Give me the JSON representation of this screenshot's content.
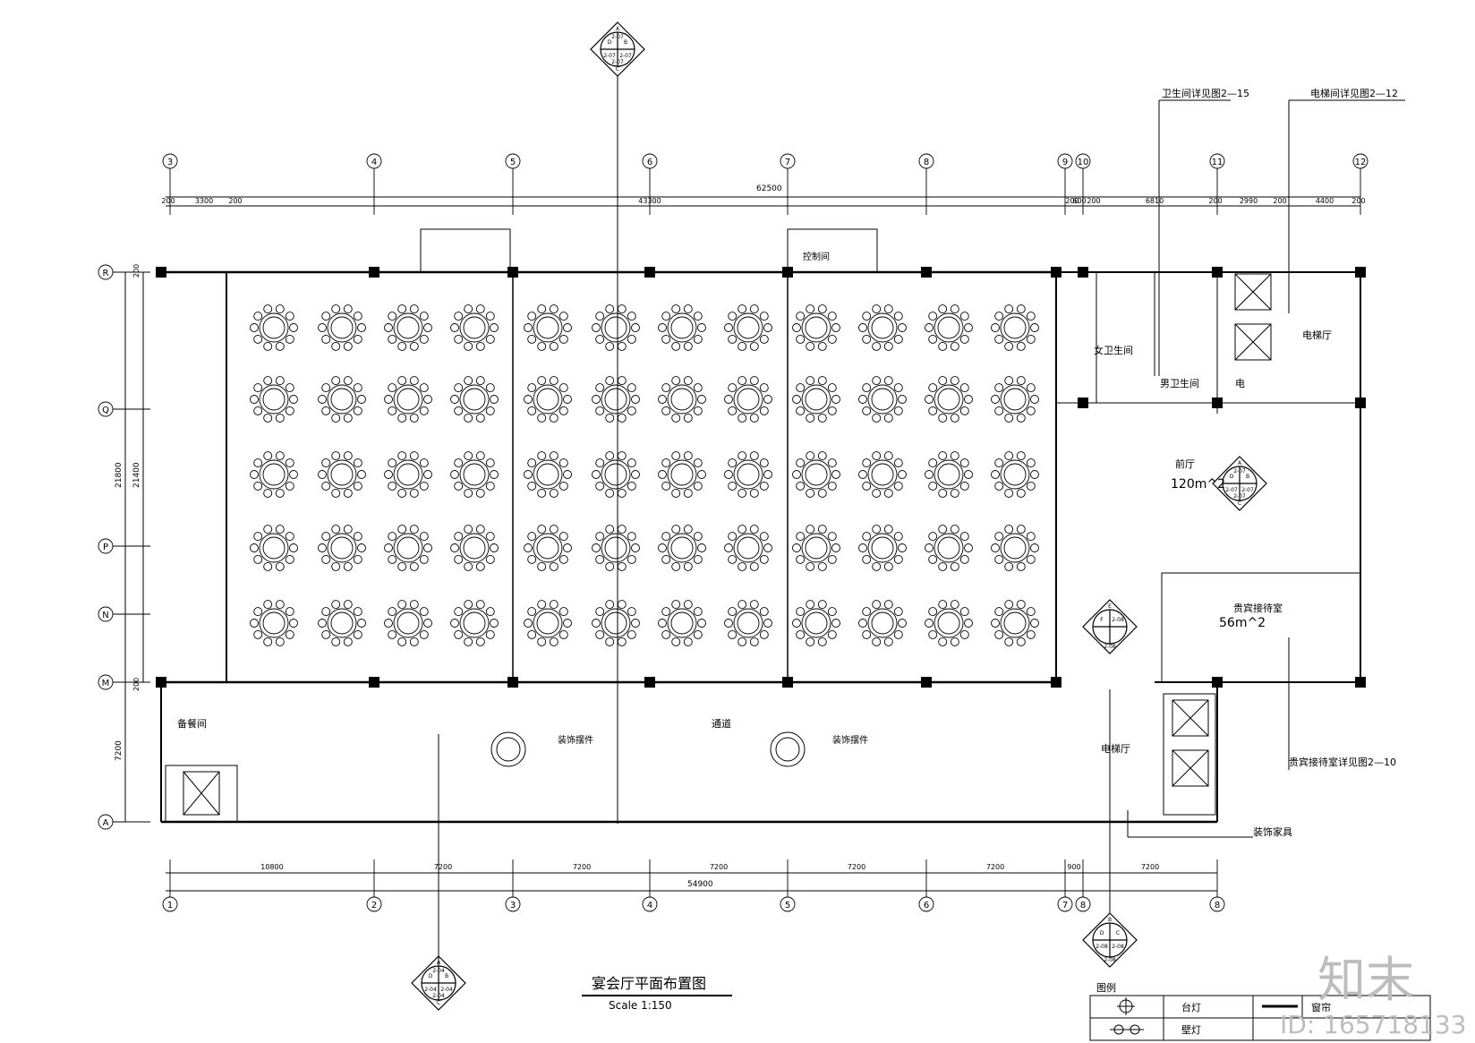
{
  "drawing": {
    "title": "宴会厅平面布置图",
    "scale": "Scale 1:150"
  },
  "top_axes": [
    "3",
    "4",
    "5",
    "6",
    "7",
    "8",
    "9",
    "10",
    "11",
    "12"
  ],
  "top_overall_dim": "62500",
  "top_dims": [
    "200",
    "3300",
    "200",
    "43300",
    "200",
    "600",
    "200",
    "6810",
    "200",
    "2990",
    "200",
    "4400",
    "200"
  ],
  "bottom_axes": [
    "1",
    "2",
    "3",
    "4",
    "5",
    "6",
    "7",
    "8",
    "8"
  ],
  "bottom_dims": [
    "10800",
    "7200",
    "7200",
    "7200",
    "7200",
    "7200",
    "900",
    "7200"
  ],
  "bottom_overall_dim": "54900",
  "left_axes": [
    "R",
    "Q",
    "P",
    "N",
    "M",
    "A"
  ],
  "left_dims": [
    "21800",
    "21400",
    "7200",
    "200",
    "200"
  ],
  "rooms": {
    "female_wc": "女卫生间",
    "male_wc": "男卫生间",
    "elevator_hall_right": "电梯厅",
    "elec": "电",
    "foyer": "前厅",
    "foyer_area": "120m^2",
    "vip_room": "贵宾接待室",
    "vip_area": "56m^2",
    "pantry": "备餐间",
    "corridor": "通道",
    "decor_1": "装饰摆件",
    "decor_2": "装饰摆件",
    "lift_lobby_lower": "电梯厅",
    "control_room": "控制间"
  },
  "callouts": {
    "wc_detail": "卫生间详见图2—15",
    "elevator_detail": "电梯间详见图2—12",
    "vip_detail": "贵宾接待室详见图2—10",
    "furniture": "装饰家具"
  },
  "legend": {
    "heading": "图例",
    "rows": [
      {
        "symbol": "table-lamp-icon",
        "label": "台灯",
        "symbol2": "curtain-line",
        "label2": "窗帘"
      },
      {
        "symbol": "wall-lamp-icon",
        "label": "壁灯"
      }
    ]
  },
  "index_markers": {
    "top": [
      "A",
      "D",
      "B",
      "C",
      "2-07",
      "2-07",
      "2-07",
      "2-07"
    ],
    "foyer": [
      "A",
      "D",
      "B",
      "C",
      "2-07",
      "2-07",
      "2-07",
      "2-07"
    ],
    "bottom_left": [
      "A",
      "D",
      "B",
      "C",
      "2-04",
      "2-04",
      "2-04",
      "2-04"
    ],
    "bottom_right": [
      "B",
      "D",
      "C",
      "2-08",
      "2-08",
      "2-08"
    ],
    "ef": [
      "E",
      "F",
      "2-08",
      "2-08"
    ]
  },
  "watermark": {
    "brand": "知末",
    "id": "ID: 165718133"
  }
}
